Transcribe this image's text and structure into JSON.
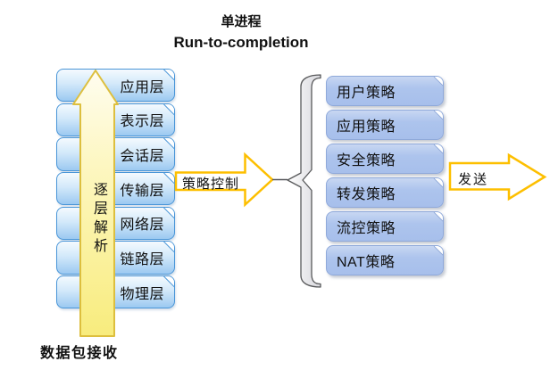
{
  "title": {
    "line1": "单进程",
    "line2": "Run-to-completion"
  },
  "osi_stack": {
    "layers": [
      "应用层",
      "表示层",
      "会话层",
      "传输层",
      "网络层",
      "链路层",
      "物理层"
    ]
  },
  "up_arrow": {
    "label": "逐层解析",
    "caption": "数据包接收"
  },
  "policy_arrow": {
    "label": "策略控制"
  },
  "policy_stack": {
    "policies": [
      "用户策略",
      "应用策略",
      "安全策略",
      "转发策略",
      "流控策略",
      "NAT策略"
    ]
  },
  "send_arrow": {
    "label": "发送"
  },
  "colors": {
    "osi_box_border": "#4a96d8",
    "osi_box_fill_bottom": "#9cc9f1",
    "policy_box_fill": "#adc4ed",
    "arrow_outline_gold": "#fdbf00",
    "up_arrow_fill": "#f8ec7d",
    "brace_outline": "#58595b",
    "text": "#111111"
  }
}
